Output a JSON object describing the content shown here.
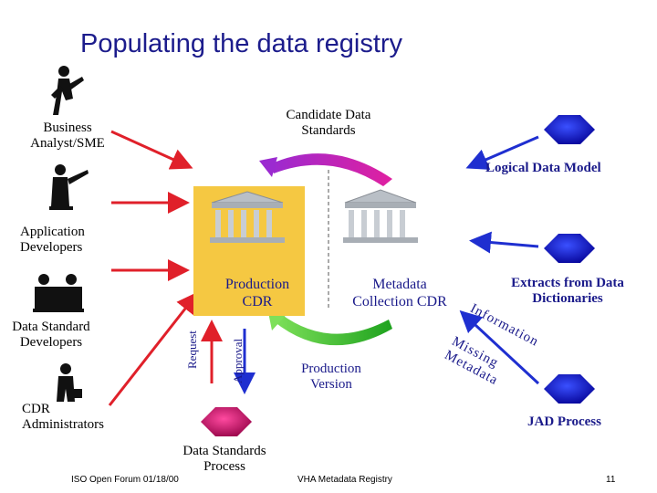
{
  "slide": {
    "title": "Populating the data registry"
  },
  "roles": {
    "business_analyst": "Business Analyst/SME",
    "application_developers": "Application Developers",
    "data_standard_developers": "Data Standard Developers",
    "cdr_administrators": "CDR Administrators"
  },
  "center": {
    "candidate_standards": "Candidate Data Standards",
    "production_cdr": "Production CDR",
    "metadata_collection_cdr": "Metadata Collection CDR",
    "production_version": "Production Version",
    "request": "Request",
    "approval": "Approval",
    "data_standards_process": "Data Standards Process"
  },
  "sources": {
    "logical_data_model": "Logical Data Model",
    "extracts": "Extracts from Data Dictionaries",
    "information": "Information",
    "missing_metadata": "Missing Metadata",
    "jad_process": "JAD Process"
  },
  "footer": {
    "left": "ISO Open Forum 01/18/00",
    "center": "VHA Metadata Registry",
    "page": "11"
  },
  "colors": {
    "title": "#1c1c8c",
    "arrow_red": "#e0202a",
    "arrow_blue": "#1f2fd0",
    "hexagon_blue": "#1f1fe0",
    "hexagon_magenta": "#d01070",
    "building_bg": "#f5c842"
  }
}
